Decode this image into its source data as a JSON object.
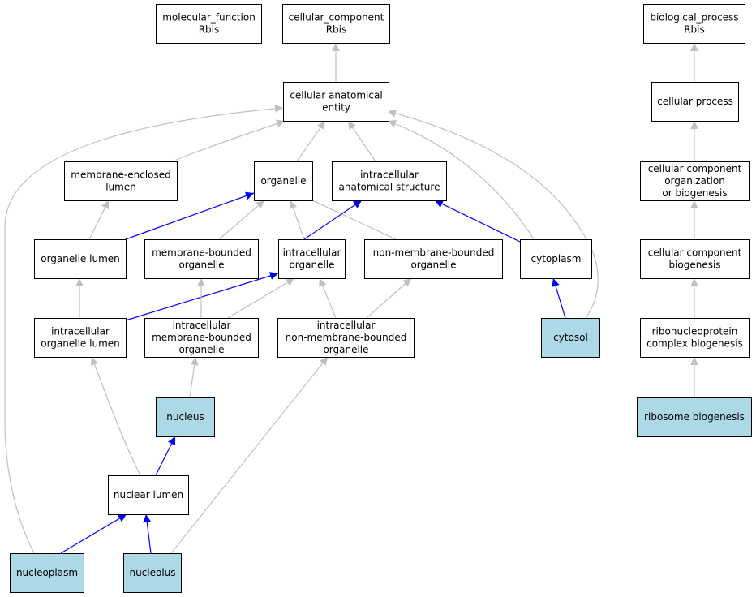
{
  "colors": {
    "highlight_fill": "#add8e6",
    "plain_fill": "#ffffff",
    "gray_edge": "#c0c0c0",
    "blue_edge": "#0000ff",
    "border": "#000000"
  },
  "nodes": [
    {
      "id": "mf_root",
      "lines": [
        "molecular_function",
        "Rbis"
      ],
      "highlight": false
    },
    {
      "id": "cc_root",
      "lines": [
        "cellular_component",
        "Rbis"
      ],
      "highlight": false
    },
    {
      "id": "bp_root",
      "lines": [
        "biological_process",
        "Rbis"
      ],
      "highlight": false
    },
    {
      "id": "cae",
      "lines": [
        "cellular anatomical",
        "entity"
      ],
      "highlight": false
    },
    {
      "id": "cp",
      "lines": [
        "cellular process"
      ],
      "highlight": false
    },
    {
      "id": "mel",
      "lines": [
        "membrane-enclosed",
        "lumen"
      ],
      "highlight": false
    },
    {
      "id": "organelle",
      "lines": [
        "organelle"
      ],
      "highlight": false
    },
    {
      "id": "ias",
      "lines": [
        "intracellular",
        "anatomical structure"
      ],
      "highlight": false
    },
    {
      "id": "ccob",
      "lines": [
        "cellular component",
        "organization",
        "or biogenesis"
      ],
      "highlight": false
    },
    {
      "id": "ol",
      "lines": [
        "organelle lumen"
      ],
      "highlight": false
    },
    {
      "id": "mbo",
      "lines": [
        "membrane-bounded",
        "organelle"
      ],
      "highlight": false
    },
    {
      "id": "io",
      "lines": [
        "intracellular",
        "organelle"
      ],
      "highlight": false
    },
    {
      "id": "nmbo",
      "lines": [
        "non-membrane-bounded",
        "organelle"
      ],
      "highlight": false
    },
    {
      "id": "cyto",
      "lines": [
        "cytoplasm"
      ],
      "highlight": false
    },
    {
      "id": "ccb",
      "lines": [
        "cellular component",
        "biogenesis"
      ],
      "highlight": false
    },
    {
      "id": "iol",
      "lines": [
        "intracellular",
        "organelle lumen"
      ],
      "highlight": false
    },
    {
      "id": "imbo",
      "lines": [
        "intracellular",
        "membrane-bounded",
        "organelle"
      ],
      "highlight": false
    },
    {
      "id": "inmbo",
      "lines": [
        "intracellular",
        "non-membrane-bounded",
        "organelle"
      ],
      "highlight": false
    },
    {
      "id": "cytosol",
      "lines": [
        "cytosol"
      ],
      "highlight": true
    },
    {
      "id": "rcb",
      "lines": [
        "ribonucleoprotein",
        "complex biogenesis"
      ],
      "highlight": false
    },
    {
      "id": "nucleus",
      "lines": [
        "nucleus"
      ],
      "highlight": true
    },
    {
      "id": "rb",
      "lines": [
        "ribosome biogenesis"
      ],
      "highlight": true
    },
    {
      "id": "nl",
      "lines": [
        "nuclear lumen"
      ],
      "highlight": false
    },
    {
      "id": "np",
      "lines": [
        "nucleoplasm"
      ],
      "highlight": true
    },
    {
      "id": "nuo",
      "lines": [
        "nucleolus"
      ],
      "highlight": true
    }
  ],
  "edges": [
    {
      "from": "cae",
      "to": "cc_root",
      "kind": "gray"
    },
    {
      "from": "cp",
      "to": "bp_root",
      "kind": "gray"
    },
    {
      "from": "ccob",
      "to": "cp",
      "kind": "gray"
    },
    {
      "from": "ccb",
      "to": "ccob",
      "kind": "gray"
    },
    {
      "from": "rcb",
      "to": "ccb",
      "kind": "gray"
    },
    {
      "from": "rb",
      "to": "rcb",
      "kind": "gray"
    },
    {
      "from": "mel",
      "to": "cae",
      "kind": "gray"
    },
    {
      "from": "organelle",
      "to": "cae",
      "kind": "gray"
    },
    {
      "from": "ias",
      "to": "cae",
      "kind": "gray"
    },
    {
      "from": "cyto",
      "to": "cae",
      "kind": "gray"
    },
    {
      "from": "cytosol",
      "to": "cae",
      "kind": "gray"
    },
    {
      "from": "np",
      "to": "cae",
      "kind": "gray"
    },
    {
      "from": "ol",
      "to": "mel",
      "kind": "gray"
    },
    {
      "from": "ol",
      "to": "organelle",
      "kind": "blue"
    },
    {
      "from": "mbo",
      "to": "organelle",
      "kind": "gray"
    },
    {
      "from": "io",
      "to": "organelle",
      "kind": "gray"
    },
    {
      "from": "nmbo",
      "to": "organelle",
      "kind": "gray"
    },
    {
      "from": "io",
      "to": "ias",
      "kind": "blue"
    },
    {
      "from": "cyto",
      "to": "ias",
      "kind": "blue"
    },
    {
      "from": "iol",
      "to": "ol",
      "kind": "gray"
    },
    {
      "from": "iol",
      "to": "io",
      "kind": "blue"
    },
    {
      "from": "imbo",
      "to": "mbo",
      "kind": "gray"
    },
    {
      "from": "imbo",
      "to": "io",
      "kind": "gray"
    },
    {
      "from": "inmbo",
      "to": "io",
      "kind": "gray"
    },
    {
      "from": "inmbo",
      "to": "nmbo",
      "kind": "gray"
    },
    {
      "from": "cytosol",
      "to": "cyto",
      "kind": "blue"
    },
    {
      "from": "nucleus",
      "to": "imbo",
      "kind": "gray"
    },
    {
      "from": "nl",
      "to": "iol",
      "kind": "gray"
    },
    {
      "from": "nl",
      "to": "nucleus",
      "kind": "blue"
    },
    {
      "from": "np",
      "to": "nl",
      "kind": "blue"
    },
    {
      "from": "nuo",
      "to": "nl",
      "kind": "blue"
    },
    {
      "from": "nuo",
      "to": "inmbo",
      "kind": "gray"
    }
  ]
}
